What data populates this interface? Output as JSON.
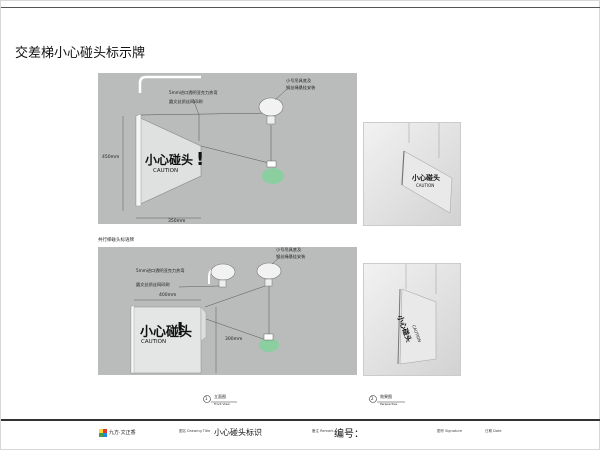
{
  "title": "交差梯小心碰头标示牌",
  "panel1": {
    "label_acrylic": "5mm进口透明亚克力热弯",
    "label_print": "圆文丝质丝网印刷",
    "label_hanger": "小号吊具底及",
    "label_hanger2": "钢丝绳悬挂安装",
    "dim_height": "450mm",
    "dim_width": "350mm",
    "sign_text": "小心碰头",
    "sign_mark": "!",
    "sign_en": "CAUTION"
  },
  "panel2": {
    "subtitle": "共行梯碰头标语牌",
    "label_acrylic": "5mm进口透明亚克力热弯",
    "label_print": "圆文丝质丝网印刷",
    "label_hanger": "小号吊具底及",
    "label_hanger2": "钢丝绳悬挂安装",
    "dim_width": "400mm",
    "dim_height": "300mm",
    "sign_text": "小心碰头",
    "sign_mark": "!",
    "sign_en": "CAUTION"
  },
  "photo1": {
    "sign_text": "小心碰头",
    "sign_en": "CAUTION"
  },
  "photo2": {
    "sign_text": "小心碰头",
    "sign_en": "CAUTION"
  },
  "view_captions": [
    {
      "num": "1",
      "cn": "立面图",
      "en": "Front View"
    },
    {
      "num": "2",
      "cn": "效果图",
      "en": "Perspective"
    }
  ],
  "footer": {
    "brand": "九方·文正香",
    "drawing_title_label": "图名 Drawing Title",
    "drawing_title": "小心碰头标识",
    "number_label": "编号：",
    "remark_label": "备注 Remark",
    "scale_label": "图号 Signature",
    "date_label": "日期 Date"
  },
  "colors": {
    "panel_gray": "#b9bcbb",
    "highlight_green": "#7fd39a",
    "footer_line": "#333333"
  }
}
